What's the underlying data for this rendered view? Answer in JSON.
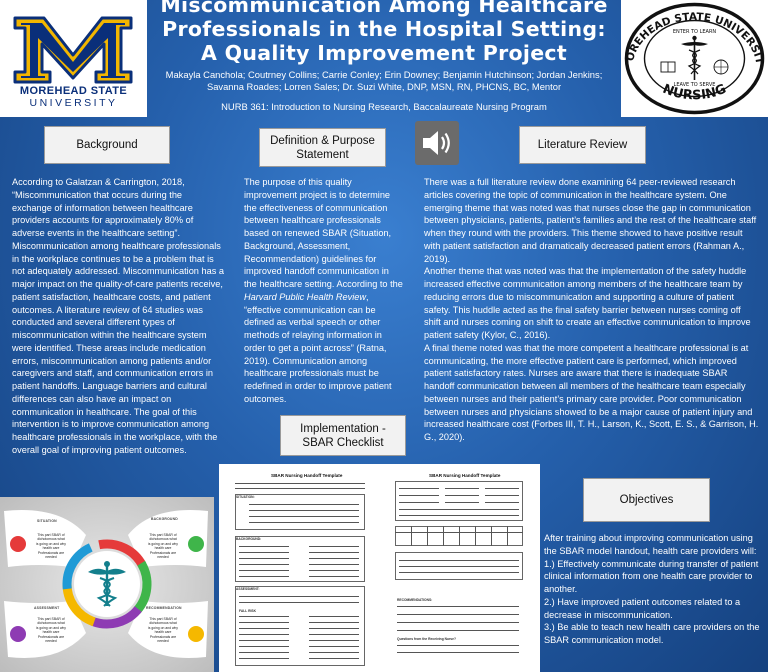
{
  "header": {
    "title": "Miscommunication Among Healthcare Professionals in the Hospital Setting: A Quality Improvement Project",
    "authors": "Makayla Canchola; Coutrney Collins; Carrie Conley; Erin Downey; Benjamin Hutchinson; Jordan Jenkins; Savanna Roades; Lorren Sales; Dr. Suzi White, DNP, MSN, RN, PHCNS, BC, Mentor",
    "course": "NURB 361: Introduction to Nursing Research, Baccalaureate Nursing Program",
    "left_logo": {
      "letter": "M",
      "line1": "MOREHEAD STATE",
      "line2": "UNIVERSITY"
    },
    "right_logo": {
      "top_text": "MOREHEAD STATE UNIVERSITY",
      "banner_top": "ENTER TO LEARN",
      "banner_bottom": "LEAVE TO SERVE",
      "bottom_text": "NURSING"
    }
  },
  "sections": {
    "background": {
      "heading": "Background",
      "text": "According to Galatzan & Carrington, 2018, “Miscommunication that occurs during the exchange of information between healthcare providers accounts for approximately 80% of adverse events in the healthcare setting”. Miscommunication among healthcare professionals in the workplace continues to be a problem that is not adequately addressed. Miscommunication has a major impact on the quality-of-care patients receive, patient satisfaction, healthcare costs, and patient outcomes. A literature review of 64 studies was conducted and several different types of miscommunication within the healthcare system were identified. These areas include medication errors, miscommunication among patients and/or caregivers and staff, and communication errors in patient handoffs. Language barriers and cultural differences can also have an impact on communication in healthcare. The goal of this intervention is to improve communication among healthcare professionals in the workplace, with the overall goal of improving patient outcomes."
    },
    "definition": {
      "heading": "Definition & Purpose Statement",
      "text_part1": "The purpose of this quality improvement project is to determine the effectiveness of communication between healthcare professionals based on renewed SBAR (Situation, Background, Assessment, Recommendation) guidelines for improved handoff communication in the healthcare setting. According to the ",
      "text_italic": "Harvard Public Health Review",
      "text_part2": ", “effective communication can be defined as verbal speech or other methods of relaying information in order to get a point across” (Ratna, 2019). Communication among healthcare professionals must be redefined in order to improve patient outcomes."
    },
    "literature": {
      "heading": "Literature Review",
      "paragraphs": [
        "There was a full literature review done examining 64 peer-reviewed research articles covering the topic of communication in the healthcare system. One emerging theme that was noted was that nurses close the gap in communication between physicians, patients, patient’s families and the rest of the healthcare staff when they round with the providers. This theme showed to have positive result with patient satisfaction and dramatically decreased patient errors (Rahman A., 2019).",
        "Another theme that was noted was that the implementation of the safety huddle increased effective communication among members of the healthcare team by reducing errors due to miscommunication and supporting a culture of patient safety. This huddle acted as the final safety barrier between nurses coming off shift and nurses coming on shift to create an effective communication to improve patient safety (Kylor, C., 2016).",
        "A final theme noted was that the more competent a healthcare professional is at communicating, the more effective patient care is performed, which improved patient satisfactory rates. Nurses are aware that there is inadequate SBAR handoff communication between all members of the healthcare team especially between nurses and their patient’s primary care provider. Poor communication between nurses and physicians showed to be a major cause of patient injury and increased healthcare cost (Forbes III, T. H., Larson, K., Scott, E. S., & Garrison, H. G., 2020)."
      ]
    },
    "implementation": {
      "heading": "Implementation - SBAR Checklist",
      "checklist": {
        "left_title": "SBAR Nursing Handoff Template",
        "right_title": "SBAR Nursing Handoff Template",
        "left_labels": [
          "SITUATION:",
          "BACKGROUND:",
          "ASSESSMENT:",
          "FALL RISK"
        ],
        "right_labels": [
          "RECOMMENDATIONS:",
          "Questions from the Receiving Nurse?"
        ]
      }
    },
    "objectives": {
      "heading": "Objectives",
      "intro": "After training about improving communication using the SBAR model handout, health care providers will:",
      "items": [
        "1.) Effectively communicate during transfer of patient clinical information from one health care provider to another.",
        "2.) Have improved patient outcomes related to a decrease in miscommunication.",
        "3.) Be able to teach new health care providers on the SBAR communication model."
      ]
    }
  },
  "infographic": {
    "tags": [
      "SITUATION",
      "BACKGROUND",
      "ASSESSMENT",
      "RECOMMENDATION"
    ],
    "tile_text": "This part SBAR of dichotomous what is going on and why health care Professionals are needed"
  },
  "colors": {
    "bg_center": "#3a7fd0",
    "bg_edge": "#15417f",
    "section_box": "#f2f2f2",
    "msu_blue": "#0a2f7a",
    "msu_gold": "#f2b600",
    "wheel": [
      "#e53a3a",
      "#3fb54a",
      "#8e3bb3",
      "#f5b800",
      "#1f9ad6"
    ]
  },
  "icons": [
    "speaker-icon",
    "caduceus-icon"
  ]
}
